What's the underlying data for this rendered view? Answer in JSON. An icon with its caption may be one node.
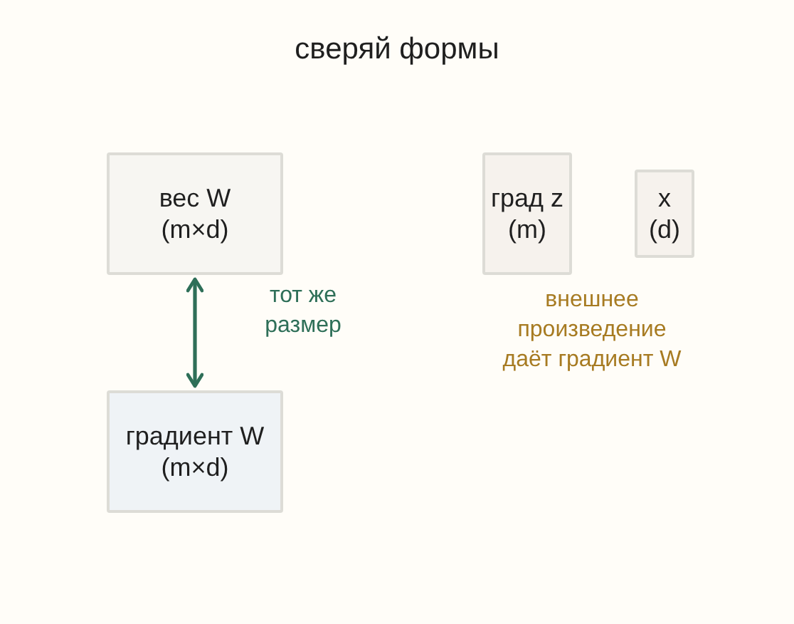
{
  "diagram": {
    "title": "сверяй формы",
    "nodes": [
      {
        "text": [
          "вес W (m×d)"
        ]
      },
      {
        "text": [
          "градиент W (m×d)"
        ]
      },
      {
        "text": [
          "град z (m)"
        ]
      },
      {
        "text": [
          "x (d)"
        ]
      }
    ],
    "edges": [
      {
        "from": 0,
        "to": 1,
        "arrow": "both",
        "label": "тот же размер",
        "color": "#2e6f58"
      }
    ],
    "labels": [
      "внешнее произведение даёт градиент W"
    ]
  }
}
